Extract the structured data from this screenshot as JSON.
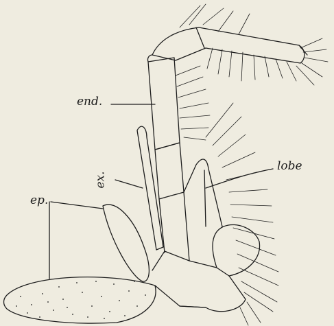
{
  "labels": {
    "endopodite": "end.",
    "exite": "ex.",
    "epipodites": "ep.",
    "lobe": "lobe"
  },
  "colors": {
    "background": "#efece0",
    "ink": "#1d1d1d"
  }
}
